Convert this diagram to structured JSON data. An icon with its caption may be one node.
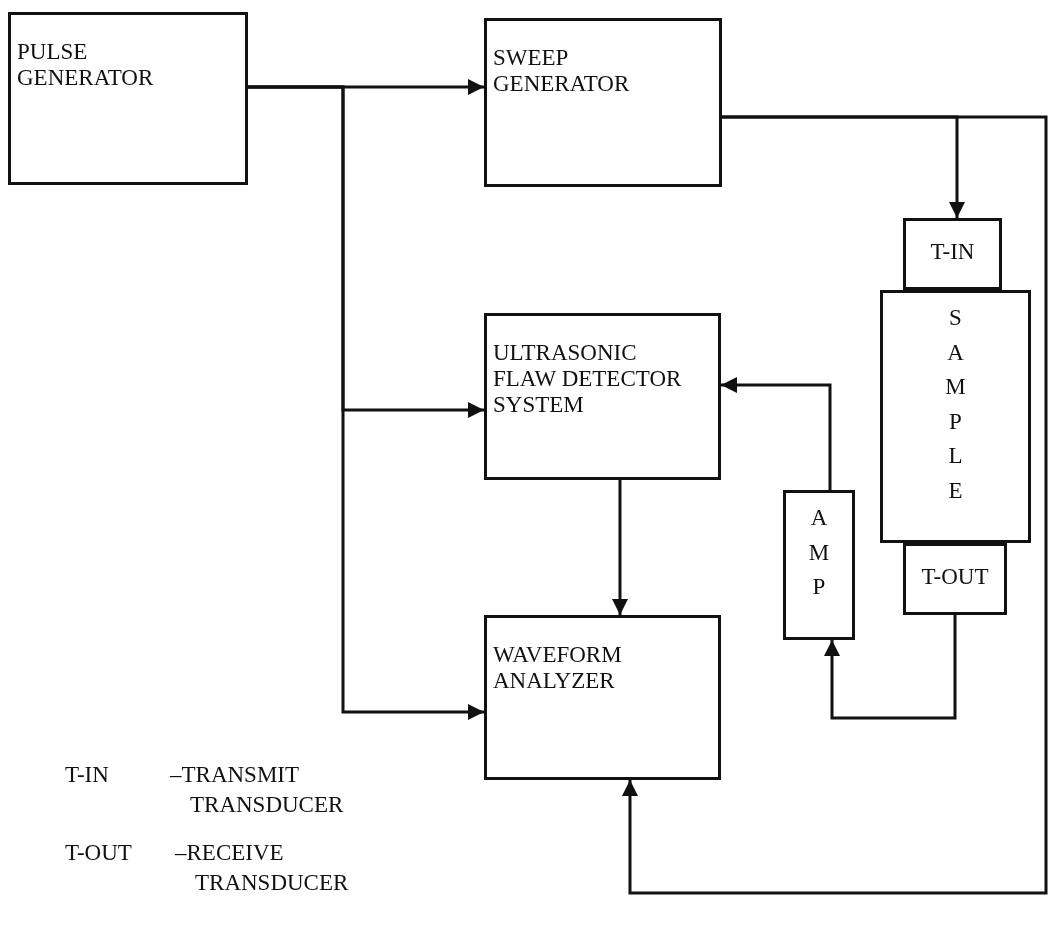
{
  "diagram": {
    "nodes": [
      {
        "text": [
          "PULSE GENERATOR"
        ]
      },
      {
        "text": [
          "SWEEP GENERATOR"
        ]
      },
      {
        "text": [
          "T-IN"
        ]
      },
      {
        "text": [
          "SAMPLE"
        ]
      },
      {
        "text": [
          "T-OUT"
        ]
      },
      {
        "text": [
          "ULTRASONIC FLAW DETECTOR SYSTEM"
        ]
      },
      {
        "text": [
          "AMP"
        ]
      },
      {
        "text": [
          "WAVEFORM ANALYZER"
        ]
      }
    ],
    "edges": [
      {
        "from": 0,
        "to": 1,
        "arrow": "to"
      },
      {
        "from": 0,
        "to": 5,
        "arrow": "to"
      },
      {
        "from": 0,
        "to": 7,
        "arrow": "to"
      },
      {
        "from": 1,
        "to": 2,
        "arrow": "to"
      },
      {
        "from": 1,
        "to": 7,
        "arrow": "to"
      },
      {
        "from": 5,
        "to": 7,
        "arrow": "to"
      },
      {
        "from": 4,
        "to": 6,
        "arrow": "to"
      },
      {
        "from": 6,
        "to": 5,
        "arrow": "to"
      }
    ],
    "labels": [
      "T-IN",
      "–TRANSMIT TRANSDUCER",
      "T-OUT",
      "–RECEIVE TRANSDUCER"
    ]
  }
}
